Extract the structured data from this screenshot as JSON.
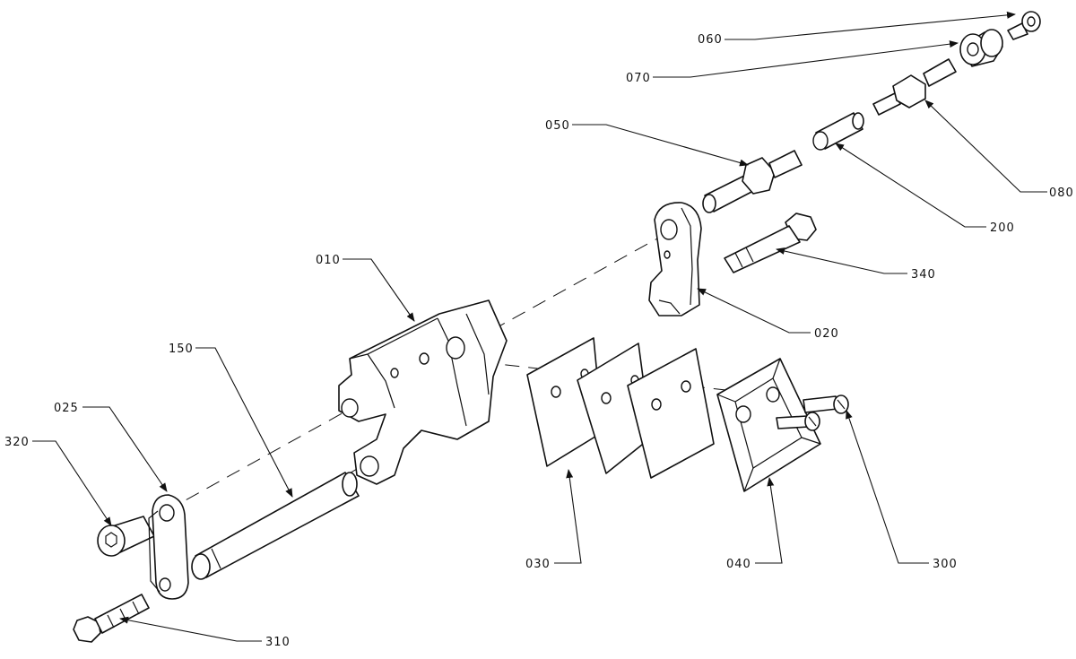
{
  "callouts": [
    {
      "id": "c060",
      "text": "060"
    },
    {
      "id": "c070",
      "text": "070"
    },
    {
      "id": "c050",
      "text": "050"
    },
    {
      "id": "c080",
      "text": "080"
    },
    {
      "id": "c200",
      "text": "200"
    },
    {
      "id": "c340",
      "text": "340"
    },
    {
      "id": "c010",
      "text": "010"
    },
    {
      "id": "c020",
      "text": "020"
    },
    {
      "id": "c150",
      "text": "150"
    },
    {
      "id": "c025",
      "text": "025"
    },
    {
      "id": "c320",
      "text": "320"
    },
    {
      "id": "c030",
      "text": "030"
    },
    {
      "id": "c040",
      "text": "040"
    },
    {
      "id": "c300",
      "text": "300"
    },
    {
      "id": "c310",
      "text": "310"
    }
  ]
}
